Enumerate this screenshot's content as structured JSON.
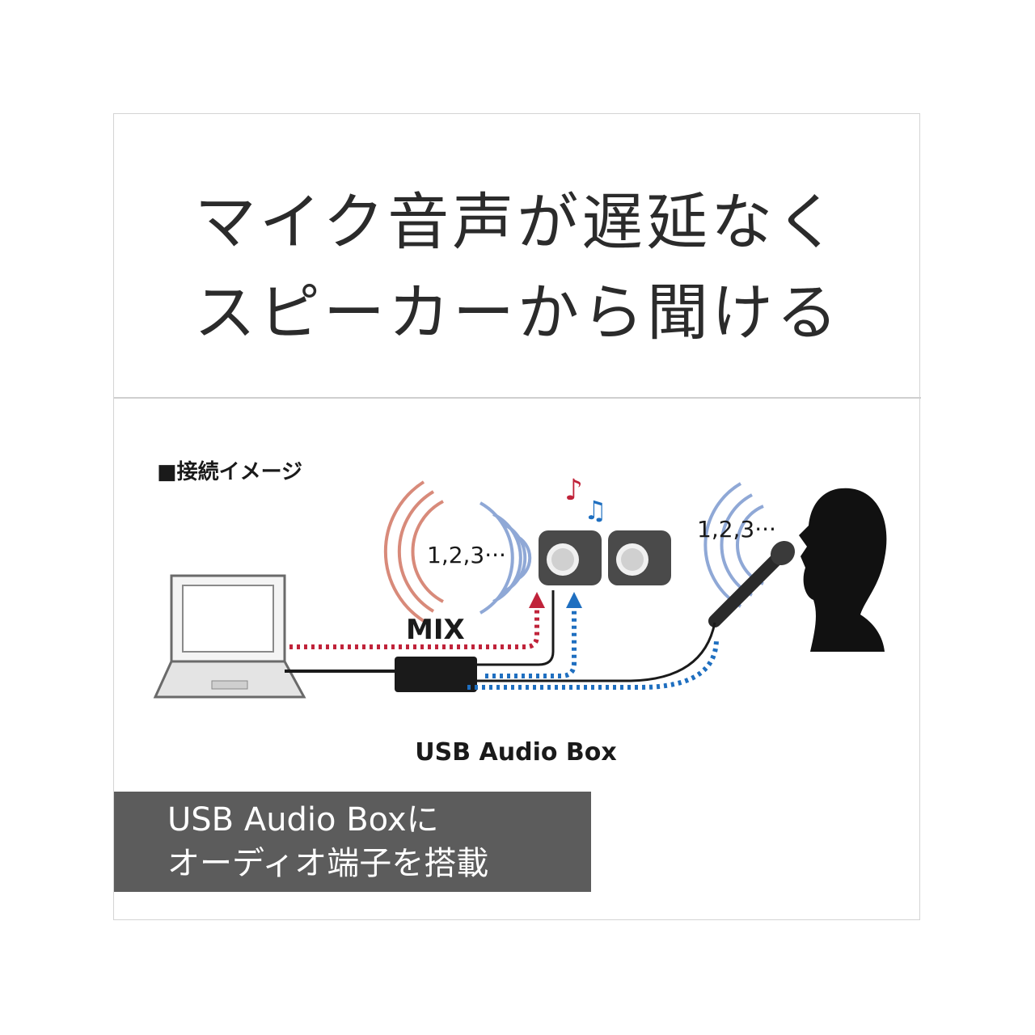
{
  "headline": {
    "line1": "マイク音声が遅延なく",
    "line2": "スピーカーから聞ける"
  },
  "diagram": {
    "section_label": "■接続イメージ",
    "count_label_speaker": "1,2,3···",
    "count_label_voice": "1,2,3···",
    "mix_label": "MIX",
    "device_label": "USB Audio Box"
  },
  "caption": {
    "line1": "USB Audio Boxに",
    "line2": "オーディオ端子を搭載"
  },
  "colors": {
    "mix_signal": "#c0233a",
    "mic_signal": "#1f6fc0",
    "caption_bg": "#5c5c5c",
    "sound_wave_red": "#d88a7a",
    "sound_wave_blue": "#8fa8d6"
  },
  "icons": [
    "laptop-icon",
    "speaker-icon",
    "microphone-icon",
    "person-silhouette-icon",
    "music-note-icon",
    "usb-audio-box-icon"
  ]
}
